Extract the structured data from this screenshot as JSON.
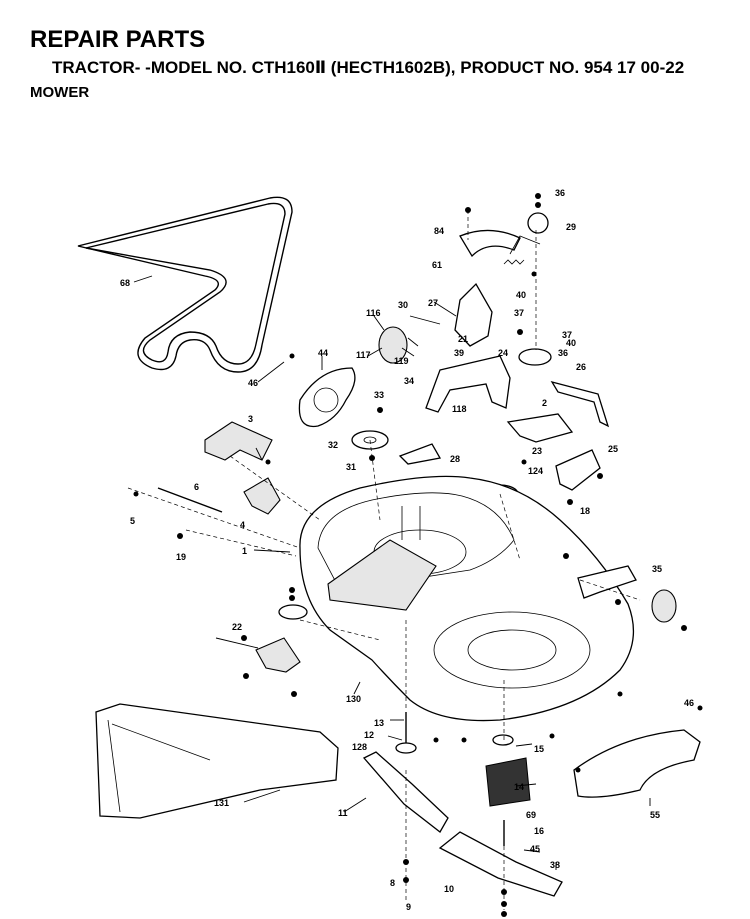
{
  "header": {
    "title": "REPAIR PARTS",
    "subtitle": "TRACTOR- -MODEL NO. CTH160Ⅱ (HECTH1602B), PRODUCT NO. 954 17 00-22",
    "section": "MOWER"
  },
  "callouts": [
    "68",
    "46",
    "44",
    "116",
    "117",
    "119",
    "30",
    "27",
    "39",
    "21",
    "34",
    "118",
    "24",
    "36",
    "40",
    "37",
    "26",
    "2",
    "3",
    "33",
    "32",
    "31",
    "28",
    "23",
    "25",
    "124",
    "6",
    "5",
    "4",
    "19",
    "18",
    "1",
    "22",
    "35",
    "130",
    "13",
    "12",
    "128",
    "15",
    "14",
    "46",
    "131",
    "11",
    "8",
    "10",
    "9",
    "69",
    "16",
    "45",
    "38",
    "55",
    "84",
    "61",
    "29",
    "40",
    "37",
    "36"
  ]
}
